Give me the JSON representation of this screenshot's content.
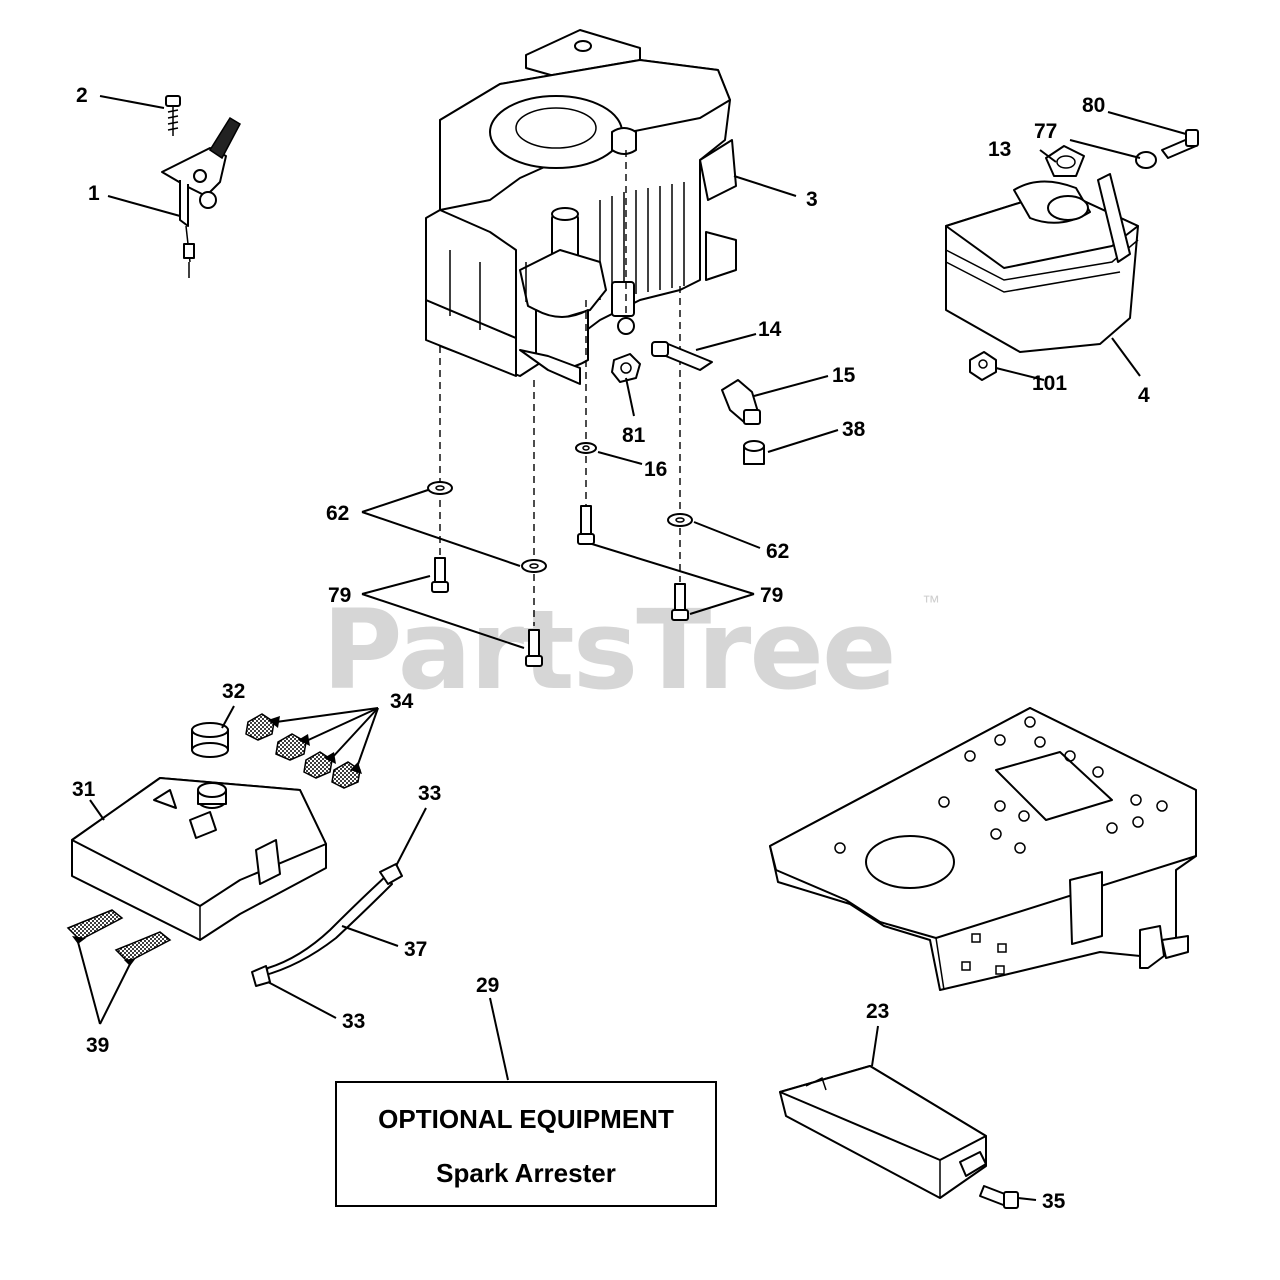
{
  "watermark": {
    "brand": "PartsTree",
    "trademark": "™"
  },
  "callouts": {
    "c1": "1",
    "c2": "2",
    "c3": "3",
    "c4": "4",
    "c13": "13",
    "c14": "14",
    "c15": "15",
    "c16": "16",
    "c23": "23",
    "c29": "29",
    "c31": "31",
    "c32": "32",
    "c33a": "33",
    "c33b": "33",
    "c34": "34",
    "c35": "35",
    "c37": "37",
    "c38": "38",
    "c39": "39",
    "c62a": "62",
    "c62b": "62",
    "c77": "77",
    "c79a": "79",
    "c79b": "79",
    "c80": "80",
    "c81": "81",
    "c101": "101"
  },
  "optional_box": {
    "title": "OPTIONAL EQUIPMENT",
    "subtitle": "Spark Arrester"
  }
}
